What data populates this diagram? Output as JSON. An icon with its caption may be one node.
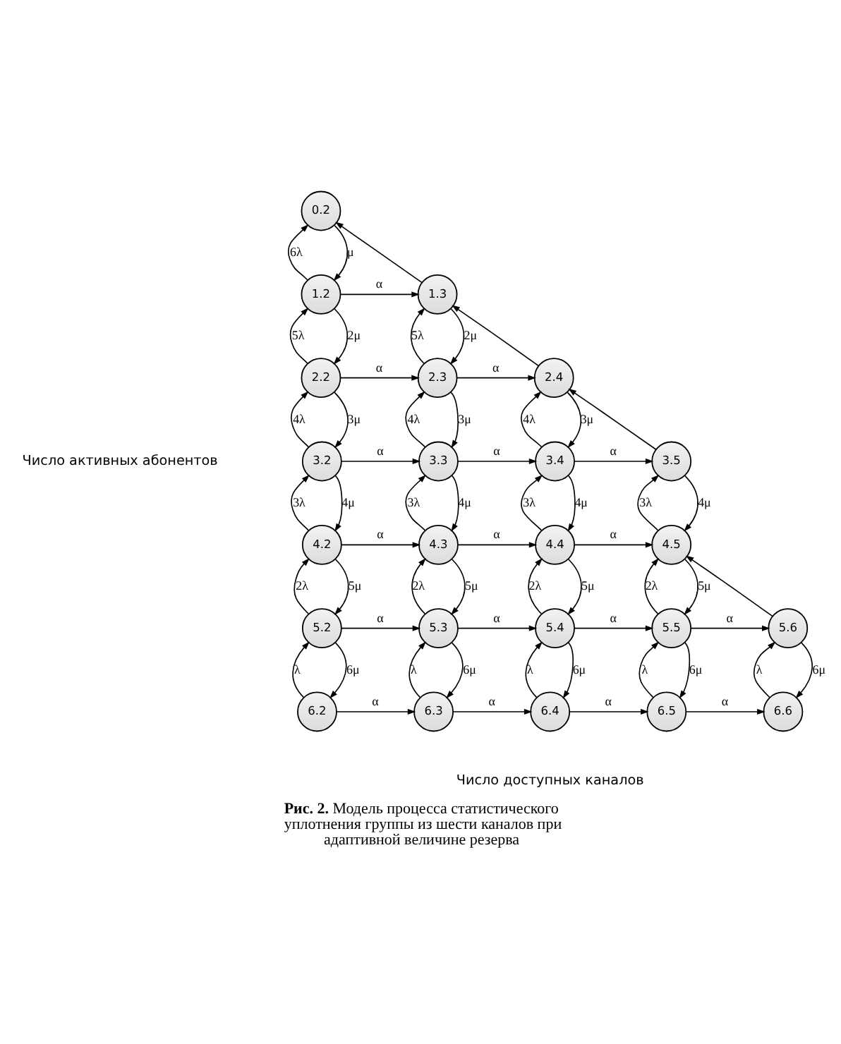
{
  "diagram": {
    "caption": "**Рис. 2.** Модель процесса статистического уплотнения группы из шести каналов при адаптивной величине резерва",
    "nodes": [
      {
        "text": [
          "0.2"
        ]
      },
      {
        "text": [
          "1.2"
        ]
      },
      {
        "text": [
          "1.3"
        ]
      },
      {
        "text": [
          "2.2"
        ]
      },
      {
        "text": [
          "2.3"
        ]
      },
      {
        "text": [
          "2.4"
        ]
      },
      {
        "text": [
          "3.2"
        ]
      },
      {
        "text": [
          "3.3"
        ]
      },
      {
        "text": [
          "3.4"
        ]
      },
      {
        "text": [
          "3.5"
        ]
      },
      {
        "text": [
          "4.2"
        ]
      },
      {
        "text": [
          "4.3"
        ]
      },
      {
        "text": [
          "4.4"
        ]
      },
      {
        "text": [
          "4.5"
        ]
      },
      {
        "text": [
          "5.2"
        ]
      },
      {
        "text": [
          "5.3"
        ]
      },
      {
        "text": [
          "5.4"
        ]
      },
      {
        "text": [
          "5.5"
        ]
      },
      {
        "text": [
          "5.6"
        ]
      },
      {
        "text": [
          "6.2"
        ]
      },
      {
        "text": [
          "6.3"
        ]
      },
      {
        "text": [
          "6.4"
        ]
      },
      {
        "text": [
          "6.5"
        ]
      },
      {
        "text": [
          "6.6"
        ]
      }
    ],
    "edges": [
      {
        "from": 1,
        "to": 0,
        "arrow": "to",
        "label": "6λ"
      },
      {
        "from": 0,
        "to": 1,
        "arrow": "to",
        "label": "μ"
      },
      {
        "from": 2,
        "to": 0,
        "arrow": "to"
      },
      {
        "from": 1,
        "to": 2,
        "arrow": "to",
        "label": "α"
      },
      {
        "from": 3,
        "to": 1,
        "arrow": "to",
        "label": "5λ"
      },
      {
        "from": 1,
        "to": 3,
        "arrow": "to",
        "label": "2μ"
      },
      {
        "from": 4,
        "to": 2,
        "arrow": "to",
        "label": "5λ"
      },
      {
        "from": 2,
        "to": 4,
        "arrow": "to",
        "label": "2μ"
      },
      {
        "from": 5,
        "to": 2,
        "arrow": "to"
      },
      {
        "from": 3,
        "to": 4,
        "arrow": "to",
        "label": "α"
      },
      {
        "from": 4,
        "to": 5,
        "arrow": "to",
        "label": "α"
      },
      {
        "from": 6,
        "to": 3,
        "arrow": "to",
        "label": "4λ"
      },
      {
        "from": 3,
        "to": 6,
        "arrow": "to",
        "label": "3μ"
      },
      {
        "from": 7,
        "to": 4,
        "arrow": "to",
        "label": "4λ"
      },
      {
        "from": 4,
        "to": 7,
        "arrow": "to",
        "label": "3μ"
      },
      {
        "from": 8,
        "to": 5,
        "arrow": "to",
        "label": "4λ"
      },
      {
        "from": 5,
        "to": 8,
        "arrow": "to",
        "label": "3μ"
      },
      {
        "from": 9,
        "to": 5,
        "arrow": "to"
      },
      {
        "from": 6,
        "to": 7,
        "arrow": "to",
        "label": "α"
      },
      {
        "from": 7,
        "to": 8,
        "arrow": "to",
        "label": "α"
      },
      {
        "from": 8,
        "to": 9,
        "arrow": "to",
        "label": "α"
      },
      {
        "from": 10,
        "to": 6,
        "arrow": "to",
        "label": "3λ"
      },
      {
        "from": 6,
        "to": 10,
        "arrow": "to",
        "label": "4μ"
      },
      {
        "from": 11,
        "to": 7,
        "arrow": "to",
        "label": "3λ"
      },
      {
        "from": 7,
        "to": 11,
        "arrow": "to",
        "label": "4μ"
      },
      {
        "from": 12,
        "to": 8,
        "arrow": "to",
        "label": "3λ"
      },
      {
        "from": 8,
        "to": 12,
        "arrow": "to",
        "label": "4μ"
      },
      {
        "from": 13,
        "to": 9,
        "arrow": "to",
        "label": "3λ"
      },
      {
        "from": 9,
        "to": 13,
        "arrow": "to",
        "label": "4μ"
      },
      {
        "from": 10,
        "to": 11,
        "arrow": "to",
        "label": "α"
      },
      {
        "from": 11,
        "to": 12,
        "arrow": "to",
        "label": "α"
      },
      {
        "from": 12,
        "to": 13,
        "arrow": "to",
        "label": "α"
      },
      {
        "from": 14,
        "to": 10,
        "arrow": "to",
        "label": "2λ"
      },
      {
        "from": 10,
        "to": 14,
        "arrow": "to",
        "label": "5μ"
      },
      {
        "from": 15,
        "to": 11,
        "arrow": "to",
        "label": "2λ"
      },
      {
        "from": 11,
        "to": 15,
        "arrow": "to",
        "label": "5μ"
      },
      {
        "from": 16,
        "to": 12,
        "arrow": "to",
        "label": "2λ"
      },
      {
        "from": 12,
        "to": 16,
        "arrow": "to",
        "label": "5μ"
      },
      {
        "from": 17,
        "to": 13,
        "arrow": "to",
        "label": "2λ"
      },
      {
        "from": 13,
        "to": 17,
        "arrow": "to",
        "label": "5μ"
      },
      {
        "from": 18,
        "to": 13,
        "arrow": "to"
      },
      {
        "from": 14,
        "to": 15,
        "arrow": "to",
        "label": "α"
      },
      {
        "from": 15,
        "to": 16,
        "arrow": "to",
        "label": "α"
      },
      {
        "from": 16,
        "to": 17,
        "arrow": "to",
        "label": "α"
      },
      {
        "from": 17,
        "to": 18,
        "arrow": "to",
        "label": "α"
      },
      {
        "from": 19,
        "to": 14,
        "arrow": "to",
        "label": "λ"
      },
      {
        "from": 14,
        "to": 19,
        "arrow": "to",
        "label": "6μ"
      },
      {
        "from": 20,
        "to": 15,
        "arrow": "to",
        "label": "λ"
      },
      {
        "from": 15,
        "to": 20,
        "arrow": "to",
        "label": "6μ"
      },
      {
        "from": 21,
        "to": 16,
        "arrow": "to",
        "label": "λ"
      },
      {
        "from": 16,
        "to": 21,
        "arrow": "to",
        "label": "6μ"
      },
      {
        "from": 22,
        "to": 17,
        "arrow": "to",
        "label": "λ"
      },
      {
        "from": 17,
        "to": 22,
        "arrow": "to",
        "label": "6μ"
      },
      {
        "from": 23,
        "to": 18,
        "arrow": "to",
        "label": "λ"
      },
      {
        "from": 18,
        "to": 23,
        "arrow": "to",
        "label": "6μ"
      },
      {
        "from": 19,
        "to": 20,
        "arrow": "to",
        "label": "α"
      },
      {
        "from": 20,
        "to": 21,
        "arrow": "to",
        "label": "α"
      },
      {
        "from": 21,
        "to": 22,
        "arrow": "to",
        "label": "α"
      },
      {
        "from": 22,
        "to": 23,
        "arrow": "to",
        "label": "α"
      }
    ],
    "labels": [
      "Число активных абонентов",
      "Число доступных каналов"
    ]
  }
}
